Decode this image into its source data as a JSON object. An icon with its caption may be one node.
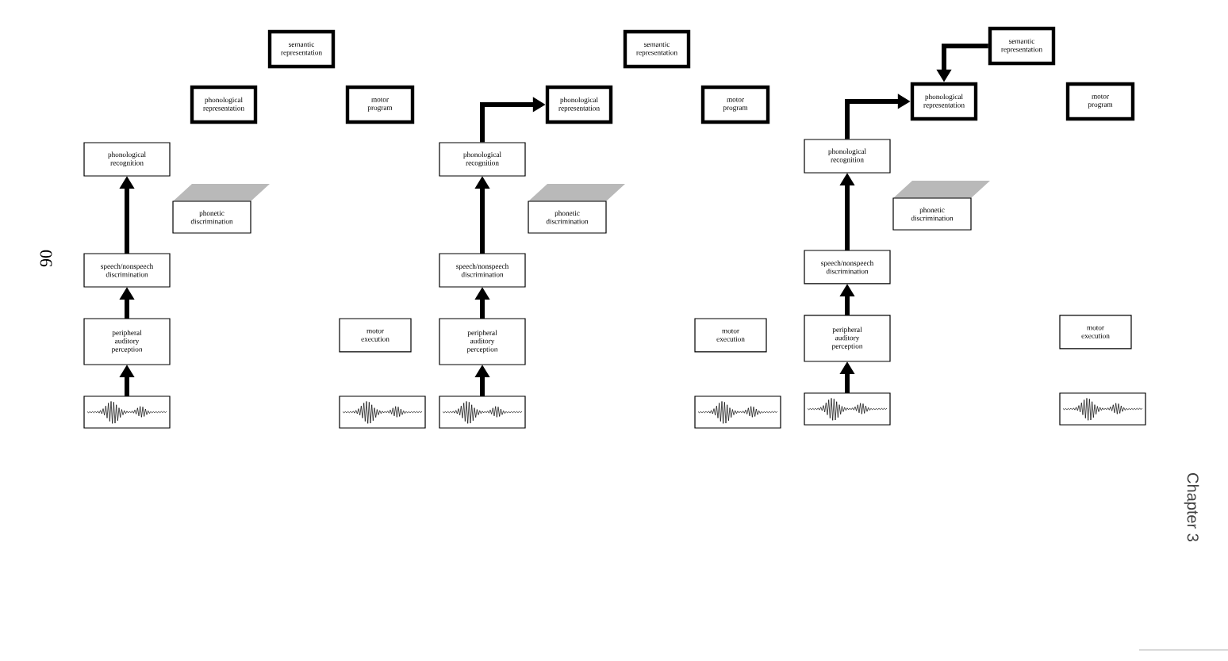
{
  "diagram": {
    "nodes": [
      {
        "text": [
          "semantic representation"
        ]
      },
      {
        "text": [
          "phonological representation"
        ]
      },
      {
        "text": [
          "motor program"
        ]
      },
      {
        "text": [
          "phonological recognition"
        ]
      },
      {
        "text": [
          "phonetic discrimination"
        ]
      },
      {
        "text": [
          "speech/nonspeech discrimination"
        ]
      },
      {
        "text": [
          "peripheral auditory perception"
        ]
      },
      {
        "text": [
          "motor execution"
        ]
      },
      {
        "text": [],
        "shape": "picture"
      },
      {
        "text": [],
        "shape": "picture"
      },
      {
        "text": [
          "semantic representation"
        ]
      },
      {
        "text": [
          "phonological representation"
        ]
      },
      {
        "text": [
          "motor program"
        ]
      },
      {
        "text": [
          "phonological recognition"
        ]
      },
      {
        "text": [
          "phonetic discrimination"
        ]
      },
      {
        "text": [
          "speech/nonspeech discrimination"
        ]
      },
      {
        "text": [
          "peripheral auditory perception"
        ]
      },
      {
        "text": [
          "motor execution"
        ]
      },
      {
        "text": [],
        "shape": "picture"
      },
      {
        "text": [],
        "shape": "picture"
      },
      {
        "text": [
          "semantic representation"
        ]
      },
      {
        "text": [
          "phonological representation"
        ]
      },
      {
        "text": [
          "motor program"
        ]
      },
      {
        "text": [
          "phonological recognition"
        ]
      },
      {
        "text": [
          "phonetic discrimination"
        ]
      },
      {
        "text": [
          "speech/nonspeech discrimination"
        ]
      },
      {
        "text": [
          "peripheral auditory perception"
        ]
      },
      {
        "text": [
          "motor execution"
        ]
      },
      {
        "text": [],
        "shape": "picture"
      },
      {
        "text": [],
        "shape": "picture"
      }
    ],
    "edges": [
      {
        "from": 8,
        "to": 6,
        "arrow": "to"
      },
      {
        "from": 6,
        "to": 5,
        "arrow": "to"
      },
      {
        "from": 5,
        "to": 3,
        "arrow": "to"
      },
      {
        "from": 18,
        "to": 16,
        "arrow": "to"
      },
      {
        "from": 16,
        "to": 15,
        "arrow": "to"
      },
      {
        "from": 15,
        "to": 13,
        "arrow": "to"
      },
      {
        "from": 13,
        "to": 11,
        "arrow": "to"
      },
      {
        "from": 28,
        "to": 26,
        "arrow": "to"
      },
      {
        "from": 26,
        "to": 25,
        "arrow": "to"
      },
      {
        "from": 25,
        "to": 23,
        "arrow": "to"
      },
      {
        "from": 23,
        "to": 21,
        "arrow": "to"
      },
      {
        "from": 20,
        "to": 21,
        "arrow": "to"
      }
    ],
    "labels": [
      "90",
      "Chapter 3"
    ]
  }
}
